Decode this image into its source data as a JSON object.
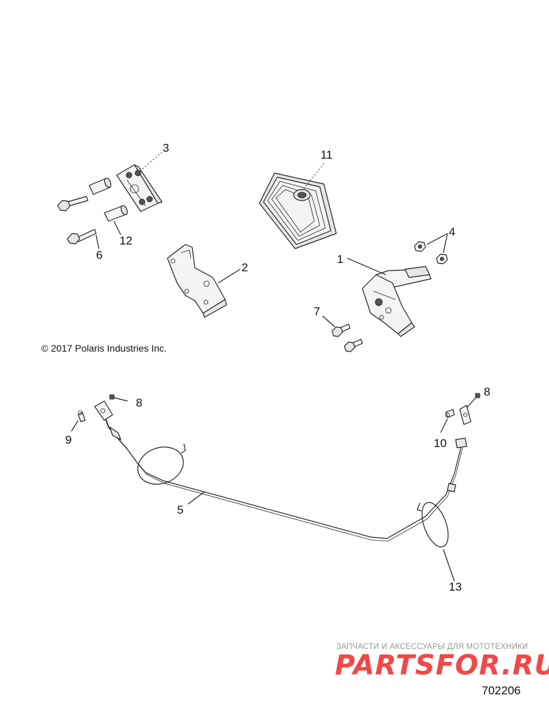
{
  "callouts": {
    "p1": "1",
    "p2": "2",
    "p3": "3",
    "p4": "4",
    "p5": "5",
    "p6": "6",
    "p7": "7",
    "p8a": "8",
    "p8b": "8",
    "p9": "9",
    "p10": "10",
    "p11": "11",
    "p12": "12",
    "p13": "13"
  },
  "copyright": "© 2017  Polaris Industries Inc.",
  "watermark": {
    "subtitle": "ЗАПЧАСТИ И АКСЕССУАРЫ ДЛЯ МОТОТЕХНИКИ",
    "brand": "PARTSFOR.RU",
    "brand_color": "#f04848"
  },
  "diagram_number": "702206"
}
